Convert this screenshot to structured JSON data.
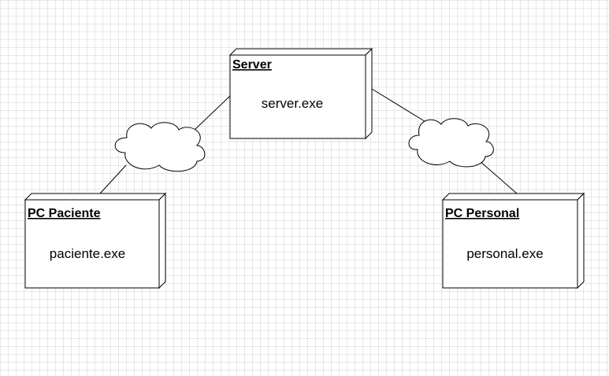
{
  "diagram": {
    "nodes": [
      {
        "id": "server",
        "title": "Server",
        "artifact": "server.exe"
      },
      {
        "id": "pc-paciente",
        "title": "PC Paciente",
        "artifact": "paciente.exe"
      },
      {
        "id": "pc-personal",
        "title": "PC Personal",
        "artifact": "personal.exe"
      }
    ],
    "clouds": [
      {
        "id": "cloud-left",
        "connects": [
          "pc-paciente",
          "server"
        ]
      },
      {
        "id": "cloud-right",
        "connects": [
          "server",
          "pc-personal"
        ]
      }
    ]
  }
}
